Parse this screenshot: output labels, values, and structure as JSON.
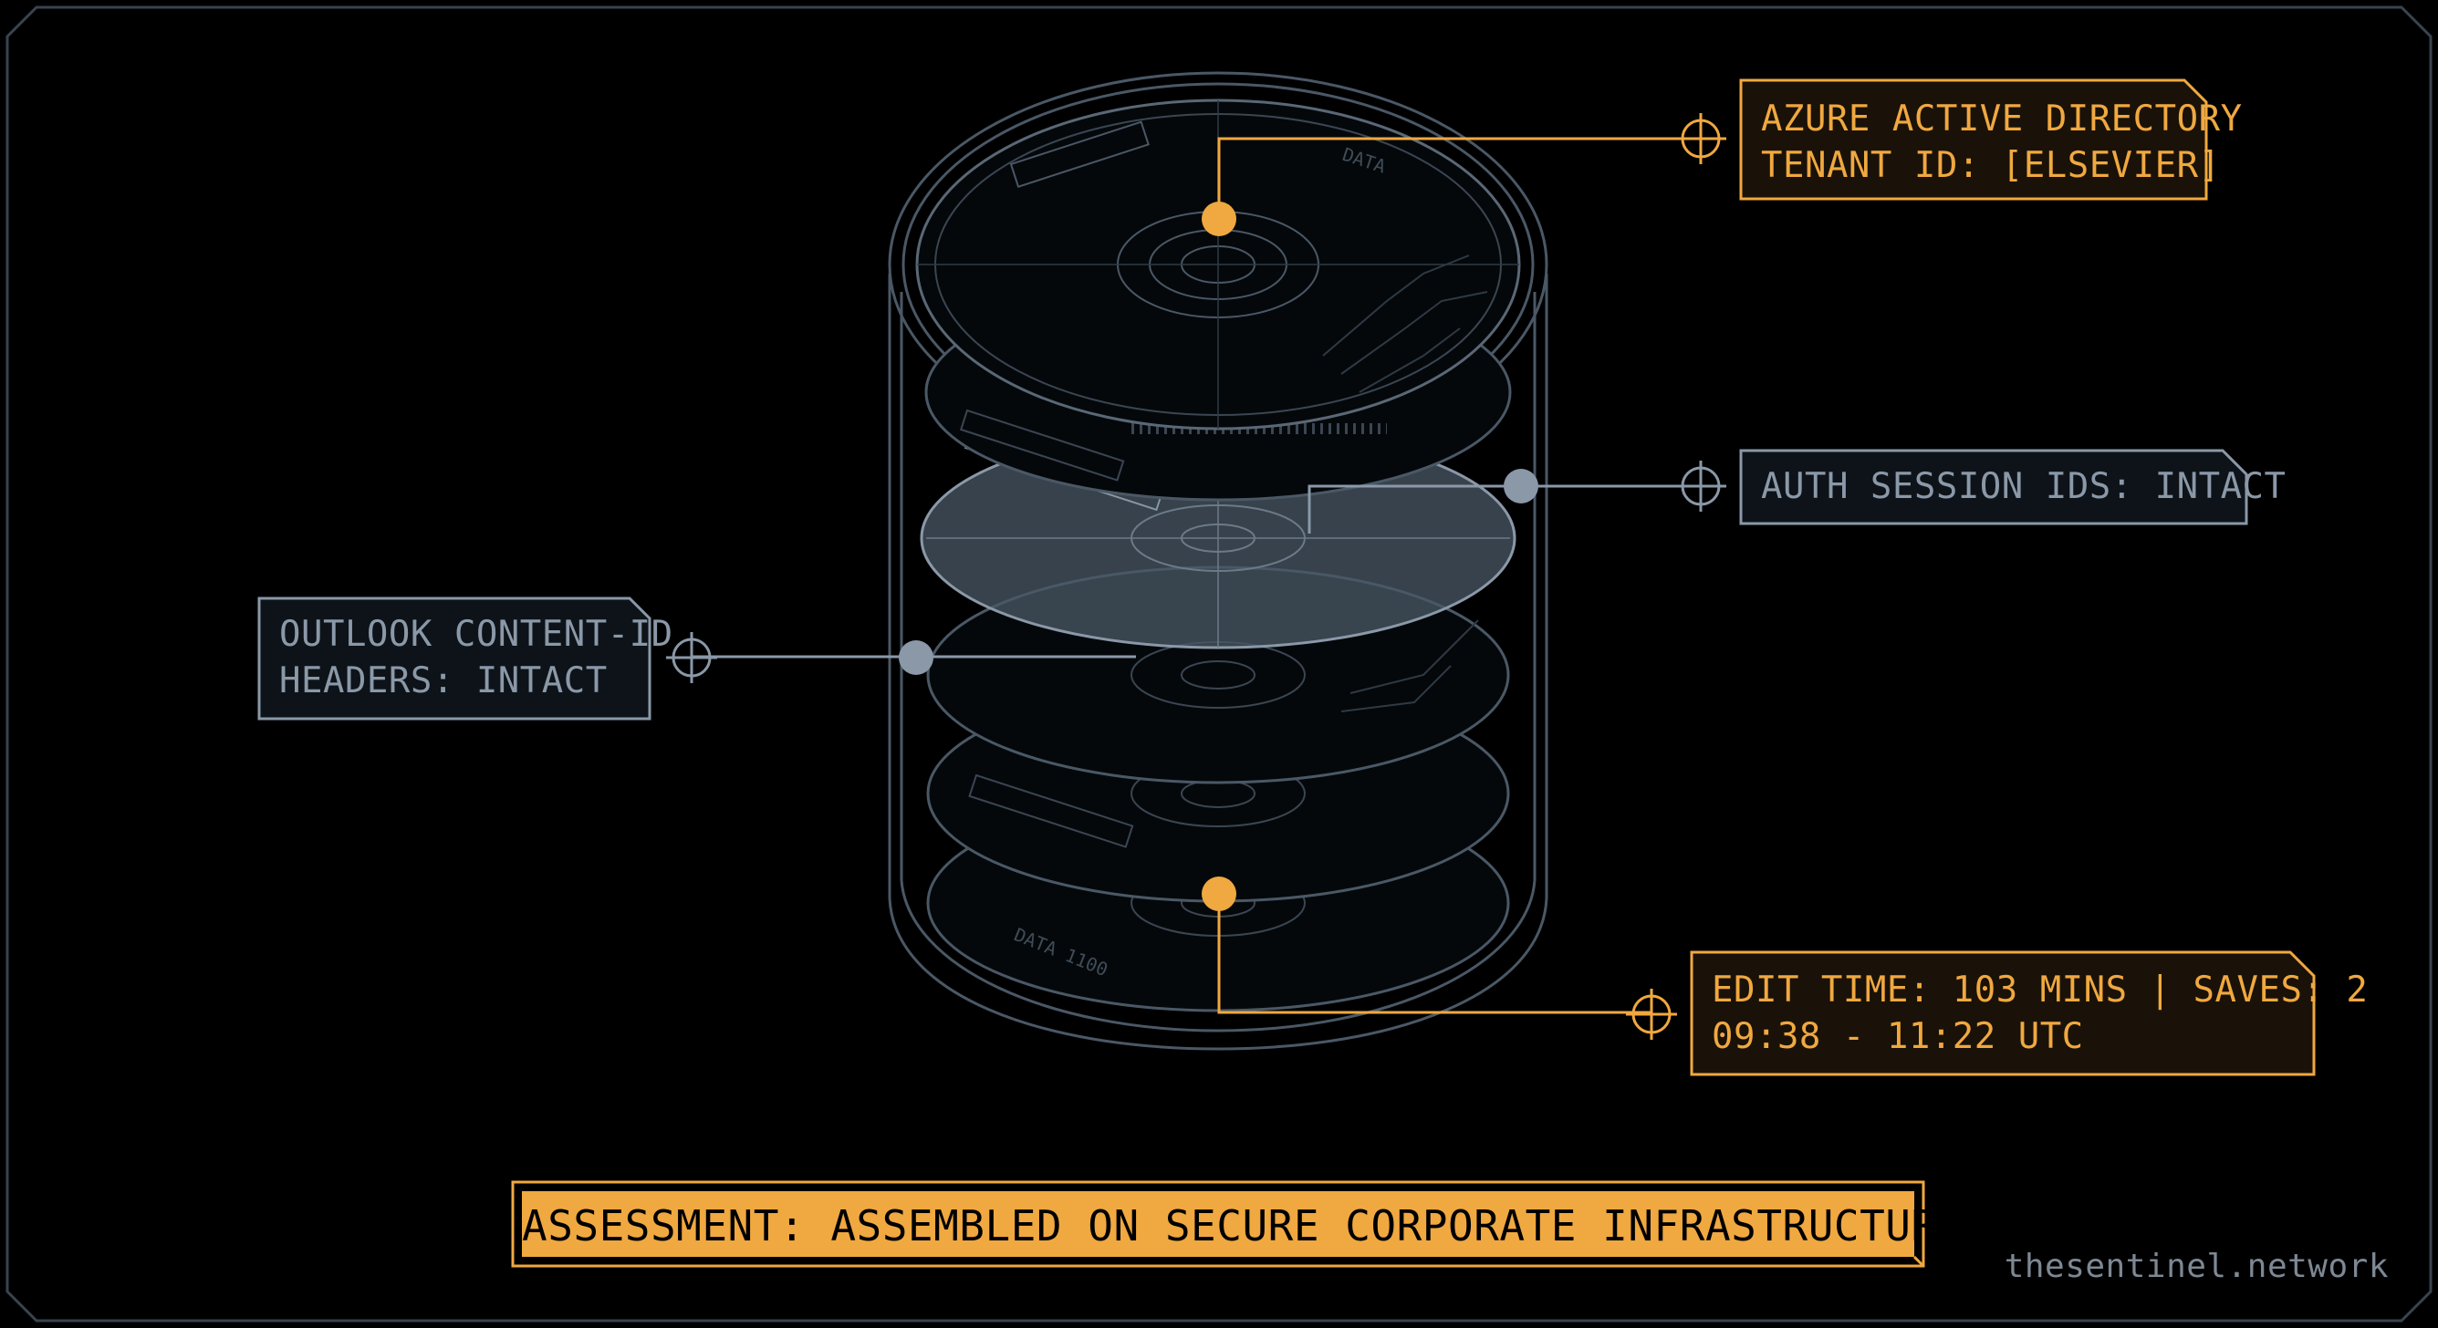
{
  "callouts": {
    "azure": {
      "lines": [
        "AZURE ACTIVE DIRECTORY",
        "TENANT ID: [ELSEVIER]"
      ]
    },
    "auth": {
      "lines": [
        "AUTH SESSION IDS: INTACT"
      ]
    },
    "outlook": {
      "lines": [
        "OUTLOOK CONTENT-ID",
        "HEADERS: INTACT"
      ]
    },
    "edit": {
      "lines": [
        "EDIT TIME: 103 MINS | SAVES: 2",
        "09:38 - 11:22 UTC"
      ]
    }
  },
  "platter_labels": {
    "data": "DATA",
    "data_disk": "DATA 1100"
  },
  "assessment": "ASSESSMENT: ASSEMBLED ON SECURE CORPORATE INFRASTRUCTURE.",
  "watermark": "thesentinel.network",
  "colors": {
    "background": "#000000",
    "accent_orange": "#f0a840",
    "steel_gray": "#8a98a8",
    "line_gray": "#4a5a6a",
    "highlight_platter": "#6c7c8a"
  }
}
